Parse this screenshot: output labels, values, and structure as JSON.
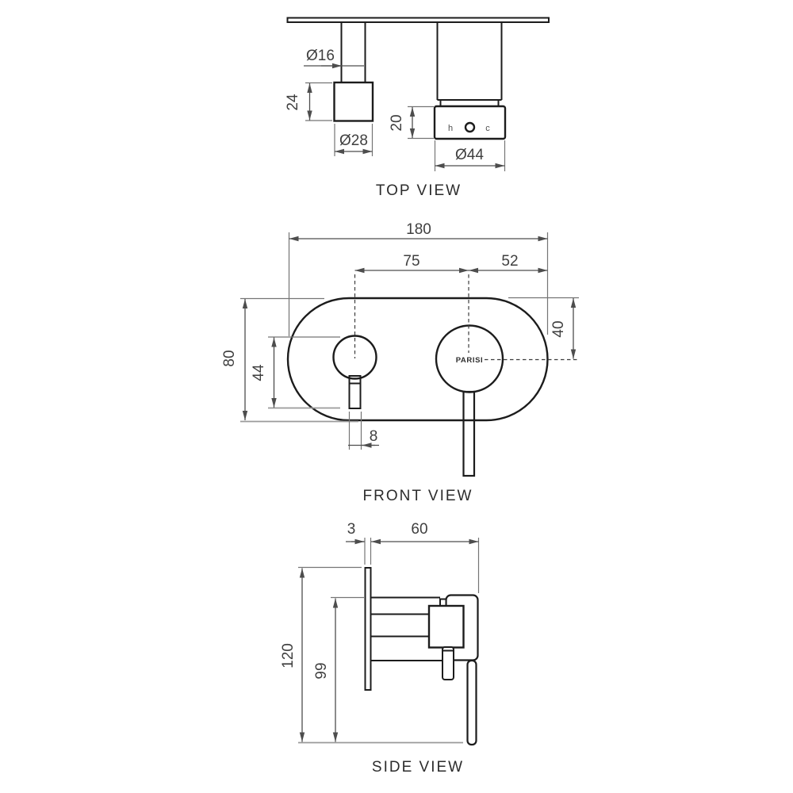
{
  "top_view": {
    "title": "TOP VIEW",
    "dim_spout_pipe_diameter": "Ø16",
    "dim_spout_body_height": "24",
    "dim_spout_body_diameter": "Ø28",
    "dim_mixer_plate_height": "20",
    "dim_mixer_plate_diameter": "Ø44",
    "marking_hot": "h",
    "marking_cold": "c"
  },
  "front_view": {
    "title": "FRONT VIEW",
    "dim_plate_width": "180",
    "dim_spout_to_mixer_centers": "75",
    "dim_mixer_center_to_edge": "52",
    "dim_plate_height": "80",
    "dim_spout_length": "44",
    "dim_mixer_center_from_top": "40",
    "dim_spout_width": "8",
    "brand": "PARISI"
  },
  "side_view": {
    "title": "SIDE VIEW",
    "dim_plate_thickness": "3",
    "dim_body_depth": "60",
    "dim_overall_height": "120",
    "dim_body_height": "99"
  }
}
